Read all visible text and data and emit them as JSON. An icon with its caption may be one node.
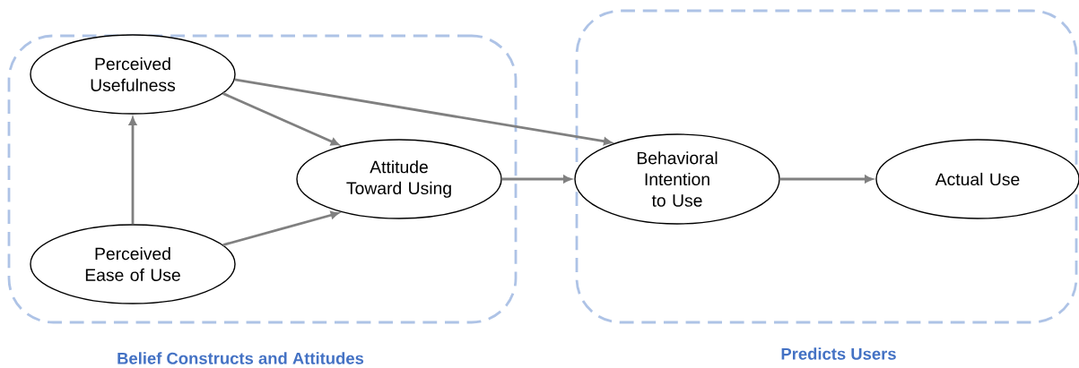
{
  "diagram": {
    "nodes": [
      {
        "text": [
          "Belief Constructs and Attitudes"
        ]
      },
      {
        "text": [
          "Predicts Users"
        ]
      },
      {
        "text": [
          "Perceived Usefulness"
        ],
        "in": 0
      },
      {
        "text": [
          "Perceived Ease of Use"
        ],
        "in": 0
      },
      {
        "text": [
          "Attitude Toward Using"
        ],
        "in": 0
      },
      {
        "text": [
          "Behavioral Intention to Use"
        ],
        "in": 1
      },
      {
        "text": [
          "Actual Use"
        ],
        "in": 1
      }
    ],
    "edges": [
      {
        "from": 3,
        "to": 2,
        "arrow": "to"
      },
      {
        "from": 2,
        "to": 4,
        "arrow": "to"
      },
      {
        "from": 3,
        "to": 4,
        "arrow": "to"
      },
      {
        "from": 2,
        "to": 5,
        "arrow": "to"
      },
      {
        "from": 4,
        "to": 5,
        "arrow": "to"
      },
      {
        "from": 5,
        "to": 6,
        "arrow": "to"
      }
    ]
  }
}
